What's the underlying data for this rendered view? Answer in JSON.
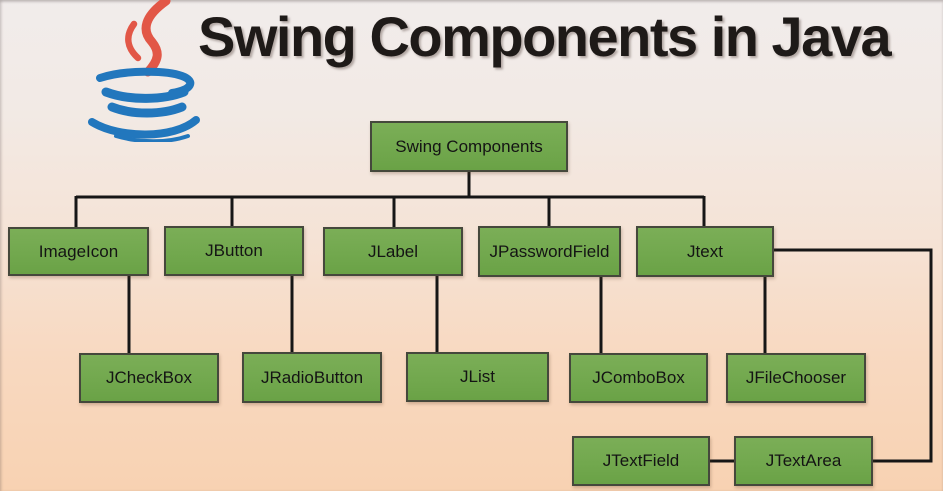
{
  "title": "Swing Components in Java",
  "logo": {
    "icon": "java-logo-icon",
    "flame_color": "#e25747",
    "cup_color": "#2277bd"
  },
  "colors": {
    "box_fill": "#72a84e",
    "box_border": "#45483c",
    "connector_line": "#161616",
    "background_top": "#f1eceb",
    "background_bottom": "#f8d2b2",
    "title_text": "#1e1a18"
  },
  "diagram": {
    "root": "Swing Components",
    "row2": [
      "ImageIcon",
      "JButton",
      "JLabel",
      "JPasswordField",
      "Jtext"
    ],
    "row3": [
      "JCheckBox",
      "JRadioButton",
      "JList",
      "JComboBox",
      "JFileChooser"
    ],
    "row4": [
      "JTextField",
      "JTextArea"
    ],
    "edges": [
      {
        "from": "Swing Components",
        "to": "ImageIcon"
      },
      {
        "from": "Swing Components",
        "to": "JButton"
      },
      {
        "from": "Swing Components",
        "to": "JLabel"
      },
      {
        "from": "Swing Components",
        "to": "JPasswordField"
      },
      {
        "from": "Swing Components",
        "to": "Jtext"
      },
      {
        "from": "ImageIcon",
        "to": "JCheckBox"
      },
      {
        "from": "JButton",
        "to": "JRadioButton"
      },
      {
        "from": "JLabel",
        "to": "JList"
      },
      {
        "from": "JPasswordField",
        "to": "JComboBox"
      },
      {
        "from": "Jtext",
        "to": "JFileChooser"
      },
      {
        "from": "Jtext",
        "to": "JTextArea"
      },
      {
        "from": "JTextField",
        "to": "JTextArea"
      }
    ]
  }
}
